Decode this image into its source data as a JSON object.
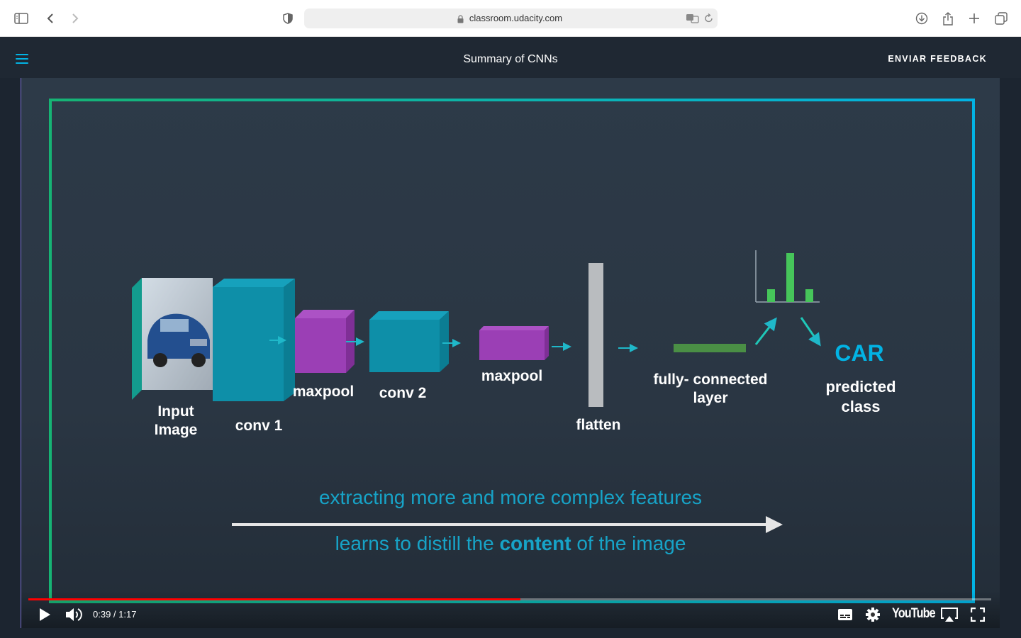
{
  "browser": {
    "url": "classroom.udacity.com"
  },
  "header": {
    "title": "Summary of CNNs",
    "feedback_label": "ENVIAR FEEDBACK"
  },
  "slide": {
    "labels": {
      "input": "Input\nImage",
      "conv1": "conv 1",
      "maxpool1": "maxpool",
      "conv2": "conv 2",
      "maxpool2": "maxpool",
      "flatten": "flatten",
      "fc": "fully- connected\nlayer",
      "car": "CAR",
      "predicted": "predicted\nclass"
    },
    "caption_top": "extracting more and more complex features",
    "caption_bottom_pre": "learns to distill the ",
    "caption_bottom_bold": "content",
    "caption_bottom_post": " of the image",
    "colors": {
      "conv": "#0e8fa8",
      "maxpool": "#9b3fb5",
      "flatten": "#b9bcbf",
      "fc": "#4a8f45",
      "accent": "#02b3e4",
      "caption": "#17a3c7"
    }
  },
  "player": {
    "time": "0:39 / 1:17",
    "progress_fraction": 0.511,
    "logo": "YouTube"
  }
}
